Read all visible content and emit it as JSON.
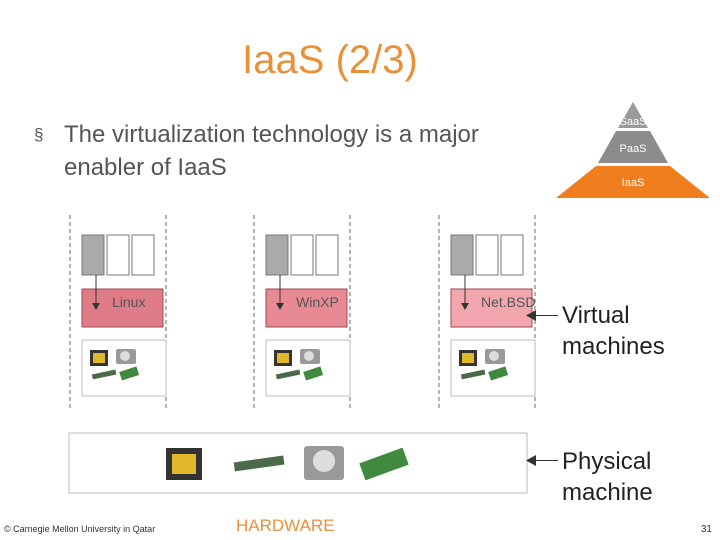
{
  "slide": {
    "title": "IaaS (2/3)",
    "bullet_marker": "§",
    "bullet_text": "The virtualization technology is a major enabler of IaaS",
    "pyramid": {
      "levels": [
        {
          "label": "SaaS",
          "color": "#9a9a9a"
        },
        {
          "label": "PaaS",
          "color": "#8a8a8a"
        },
        {
          "label": "IaaS",
          "color": "#F07E1E"
        }
      ]
    },
    "diagram": {
      "vms": [
        {
          "os": "Linux",
          "os_color": "#E07C88"
        },
        {
          "os": "WinXP",
          "os_color": "#E88A94"
        },
        {
          "os": "Net.BSD",
          "os_color": "#F2A7AE"
        }
      ],
      "labels": {
        "virtual_line1": "Virtual",
        "virtual_line2": "machines",
        "physical_line1": "Physical",
        "physical_line2": "machine"
      }
    },
    "footer": {
      "copyright": "© Carnegie Mellon University in Qatar",
      "hardware": "HARDWARE",
      "page_number": "31"
    }
  }
}
